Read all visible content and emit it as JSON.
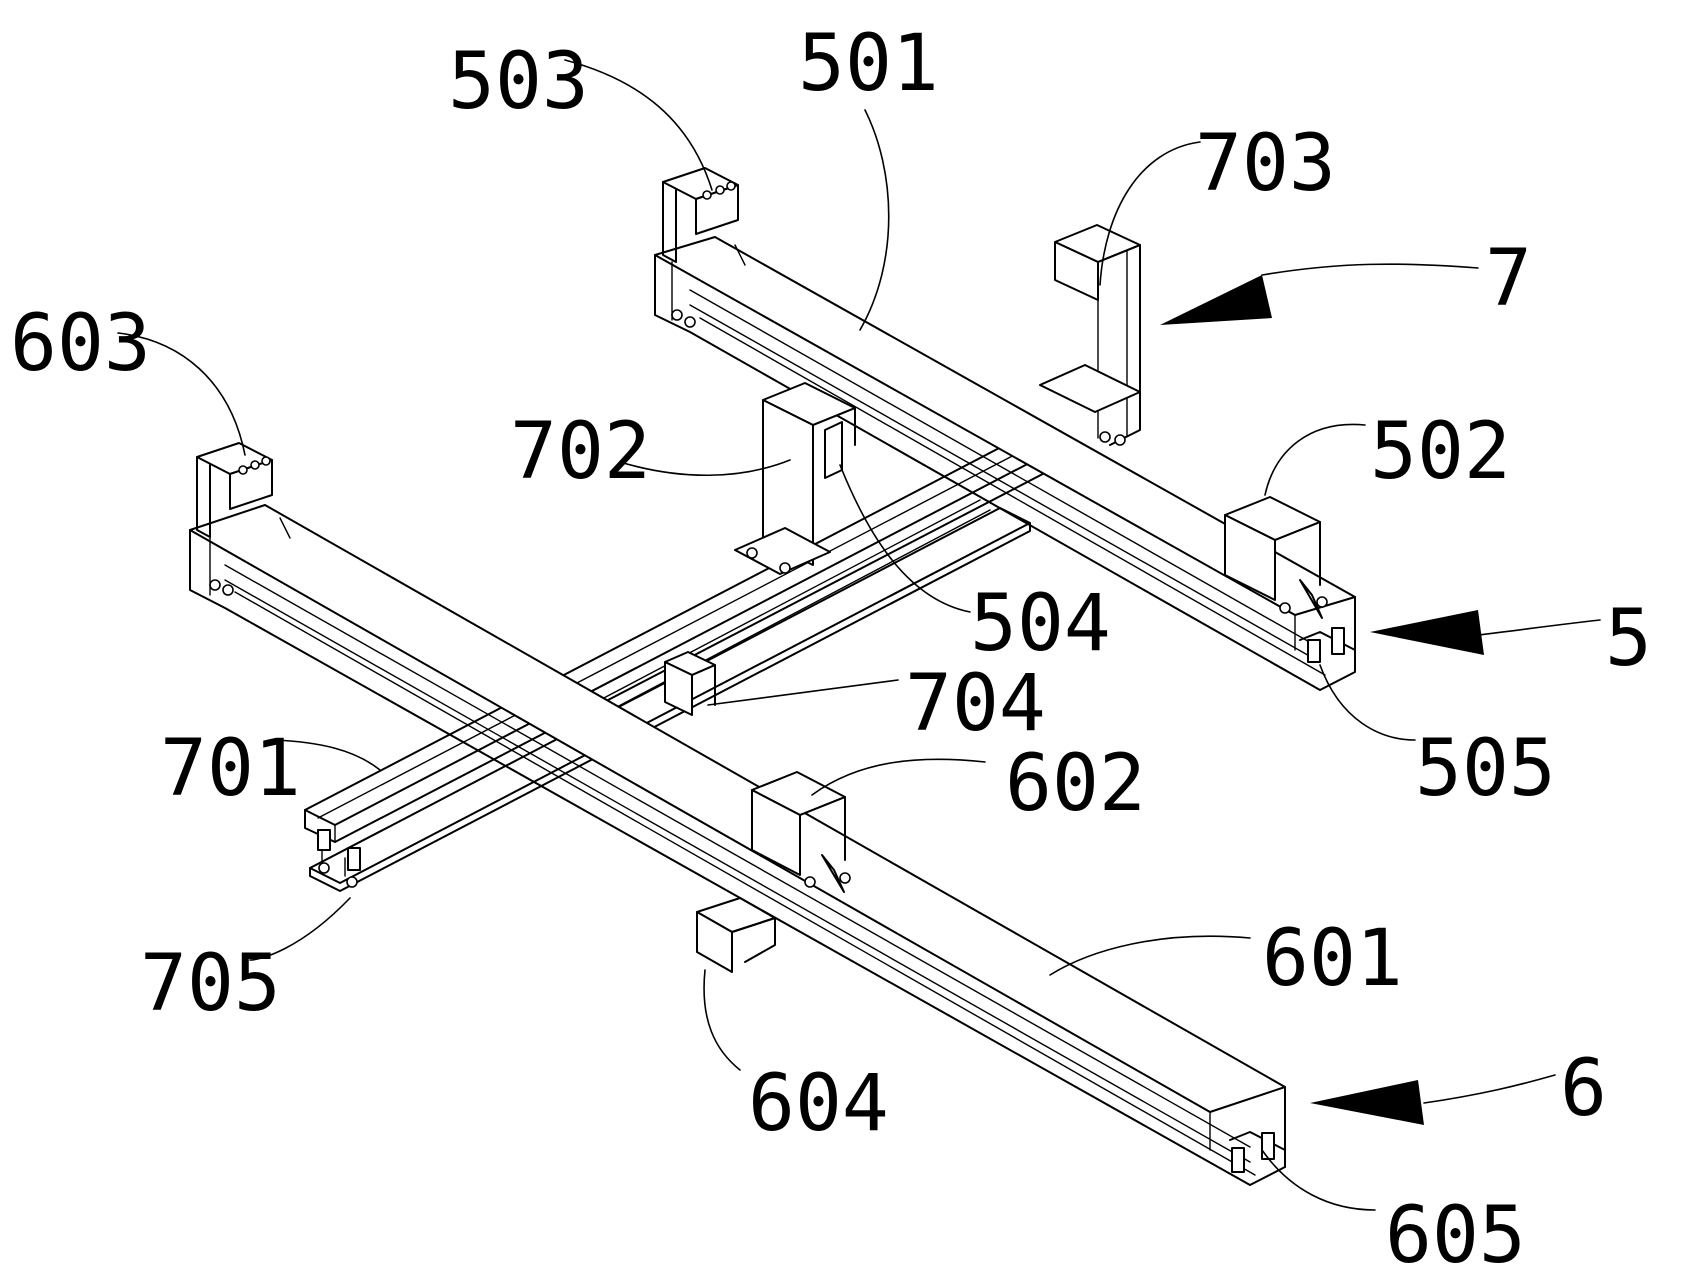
{
  "labels": {
    "l501": "501",
    "l502": "502",
    "l503": "503",
    "l504": "504",
    "l505": "505",
    "l601": "601",
    "l602": "602",
    "l603": "603",
    "l604": "604",
    "l605": "605",
    "l701": "701",
    "l702": "702",
    "l703": "703",
    "l704": "704",
    "l705": "705",
    "l5": "5",
    "l6": "6",
    "l7": "7"
  }
}
